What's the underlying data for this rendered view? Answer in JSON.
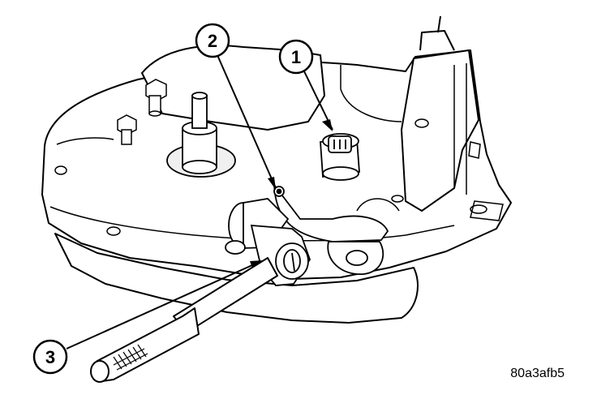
{
  "figure": {
    "id_code": "80a3afb5"
  },
  "callouts": [
    {
      "number": "1",
      "part": ""
    },
    {
      "number": "2",
      "part": ""
    },
    {
      "number": "3",
      "part": ""
    }
  ],
  "colors": {
    "line": "#000000",
    "fill": "#ffffff",
    "shade": "#f0f0f0"
  }
}
